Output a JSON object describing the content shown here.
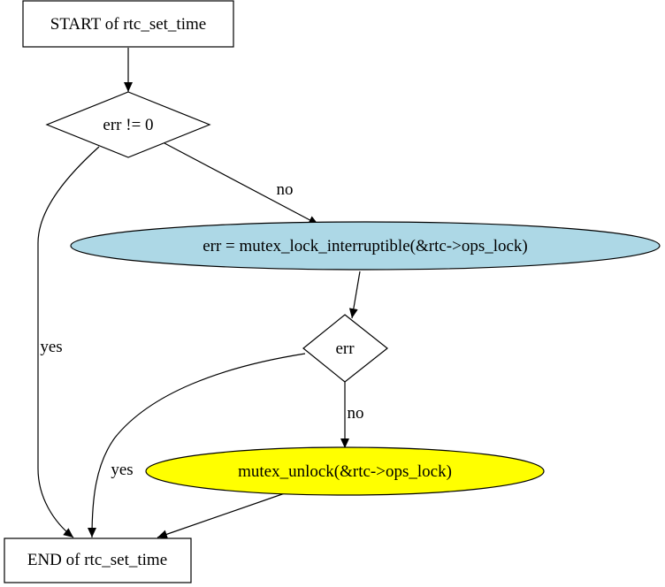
{
  "diagram": {
    "nodes": {
      "start": {
        "label": "START of rtc_set_time",
        "shape": "box"
      },
      "cond_err_ne_0": {
        "label": "err != 0",
        "shape": "diamond"
      },
      "lock_call": {
        "label": "err = mutex_lock_interruptible(&rtc->ops_lock)",
        "shape": "ellipse",
        "fill": "#ADD8E6"
      },
      "cond_err": {
        "label": "err",
        "shape": "diamond"
      },
      "unlock_call": {
        "label": "mutex_unlock(&rtc->ops_lock)",
        "shape": "ellipse",
        "fill": "#FFFF00"
      },
      "end": {
        "label": "END of rtc_set_time",
        "shape": "box"
      }
    },
    "edges": {
      "cond1_no": "no",
      "cond1_yes": "yes",
      "cond2_no": "no",
      "cond2_yes": "yes"
    },
    "colors": {
      "stroke": "#000000",
      "background": "#ffffff"
    }
  }
}
